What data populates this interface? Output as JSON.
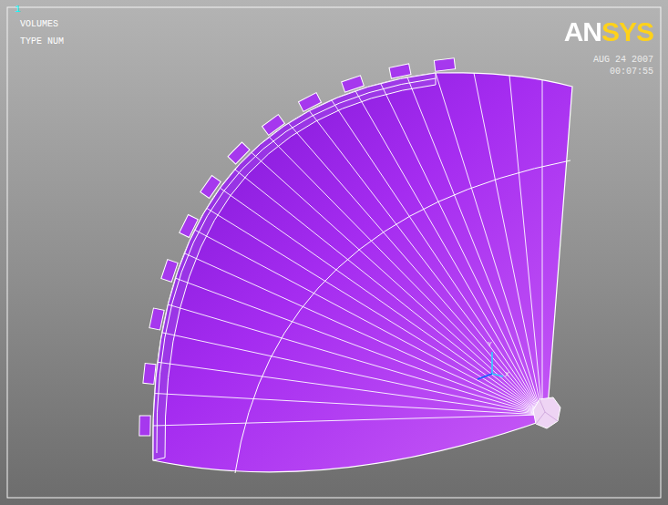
{
  "diagram": {
    "labels": [
      "1",
      "VOLUMES",
      "TYPE NUM",
      "ANSYS",
      "AUG 24 2007",
      "00:07:55",
      "Y",
      "X"
    ]
  }
}
